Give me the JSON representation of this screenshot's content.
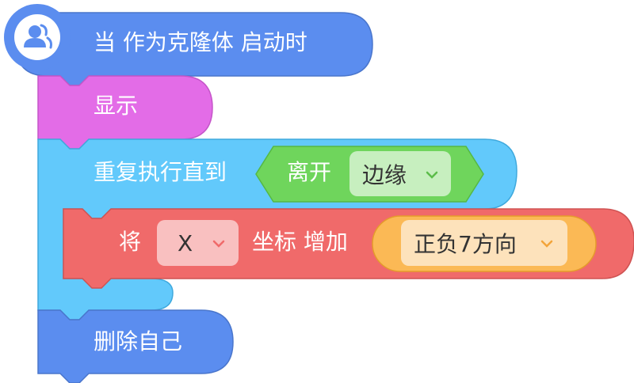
{
  "hat_block": {
    "label": "当 作为克隆体 启动时",
    "icon": "users-icon",
    "color": "#5b8def"
  },
  "show_block": {
    "label": "显示",
    "color": "#e36ce7"
  },
  "repeat_block": {
    "label": "重复执行直到",
    "color": "#62c9fb",
    "condition": {
      "label": "离开",
      "color": "#6fd55c",
      "dropdown_value": "边缘",
      "dropdown_color": "#c7efbf"
    }
  },
  "change_block": {
    "label_prefix": "将",
    "axis_dropdown": "X",
    "label_middle": "坐标 增加",
    "value_reporter": "正负7方向",
    "color": "#f06a6a",
    "axis_dropdown_color": "#f9c0c0",
    "reporter_color": "#fbb955",
    "reporter_inner_color": "#fde2bb"
  },
  "delete_block": {
    "label": "删除自己",
    "color": "#5b8def"
  }
}
